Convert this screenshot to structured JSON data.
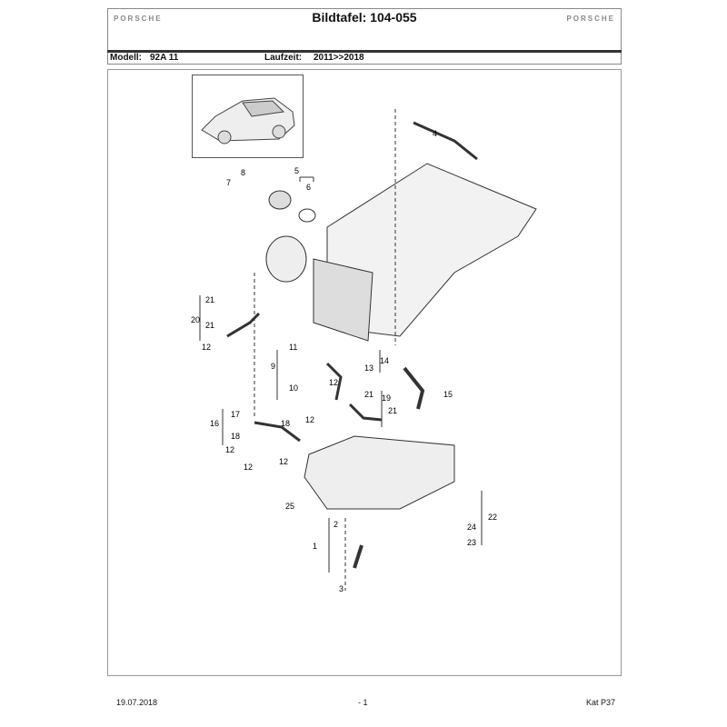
{
  "header": {
    "brand_left": "PORSCHE",
    "title": "Bildtafel: 104-055",
    "brand_right": "PORSCHE"
  },
  "model": {
    "model_label": "Modell:",
    "model_value": "92A 11",
    "period_label": "Laufzeit:",
    "period_value": "2011>>2018"
  },
  "diagram": {
    "callouts": [
      "4",
      "5",
      "6",
      "8",
      "7",
      "21",
      "20",
      "21",
      "12",
      "11",
      "9",
      "14",
      "13",
      "12",
      "10",
      "21",
      "15",
      "19",
      "21",
      "17",
      "16",
      "18",
      "12",
      "18",
      "12",
      "12",
      "12",
      "25",
      "2",
      "22",
      "24",
      "1",
      "23",
      "3"
    ]
  },
  "footer": {
    "date": "19.07.2018",
    "page": "- 1",
    "catalog": "Kat P37"
  }
}
